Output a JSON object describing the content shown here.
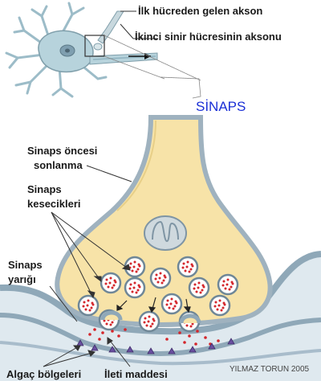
{
  "labels": {
    "first_axon": "İlk hücreden gelen akson",
    "second_axon": "İkinci sinir hücresinin aksonu",
    "synapse": "SİNAPS",
    "presyn_1": "Sinaps öncesi",
    "presyn_2": "sonlanma",
    "vesicles_1": "Sinaps",
    "vesicles_2": "kesecikleri",
    "cleft_1": "Sinaps",
    "cleft_2": "yarığı",
    "receptors": "Algaç bölgeleri",
    "neurotransmitter": "İleti maddesi",
    "credit": "YILMAZ TORUN 2005"
  },
  "colors": {
    "synapse_label": "#1a2fd6",
    "terminal_fill": "#f7e3a8",
    "neuron_fill": "#b7d3dc",
    "membrane": "#8fa8b8",
    "vesicle_dots": "#d4262b"
  }
}
